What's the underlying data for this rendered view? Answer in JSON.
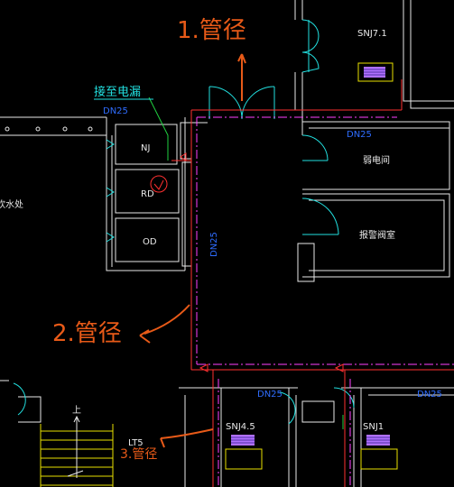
{
  "annotations": {
    "pipe_1": "1.管径",
    "pipe_2": "2.管径",
    "pipe_3": "3.管径",
    "connect_leak": "接至电漏"
  },
  "pipe_sizes": {
    "a": "DN25",
    "b": "DN25",
    "c": "DN25",
    "d": "DN25",
    "e": "DN25"
  },
  "rooms": {
    "nj": "NJ",
    "rd": "RD",
    "od": "OD",
    "power": "弱电间",
    "alarm": "报警阀室",
    "left_partial": "饮水处"
  },
  "equipment": {
    "snj71": "SNJ7.1",
    "snj45": "SNJ4.5",
    "snj1": "SNJ1",
    "lt5": "LT5"
  },
  "stair": {
    "up": "上"
  },
  "colors": {
    "background": "#000000",
    "wall": "#e8e8e8",
    "door": "#22e0e0",
    "pipe_red": "#ff3030",
    "pipe_magenta": "#ff40ff",
    "dim_blue": "#2f6dff",
    "annotation": "#e85a18",
    "stair_yellow": "#e8e000"
  }
}
